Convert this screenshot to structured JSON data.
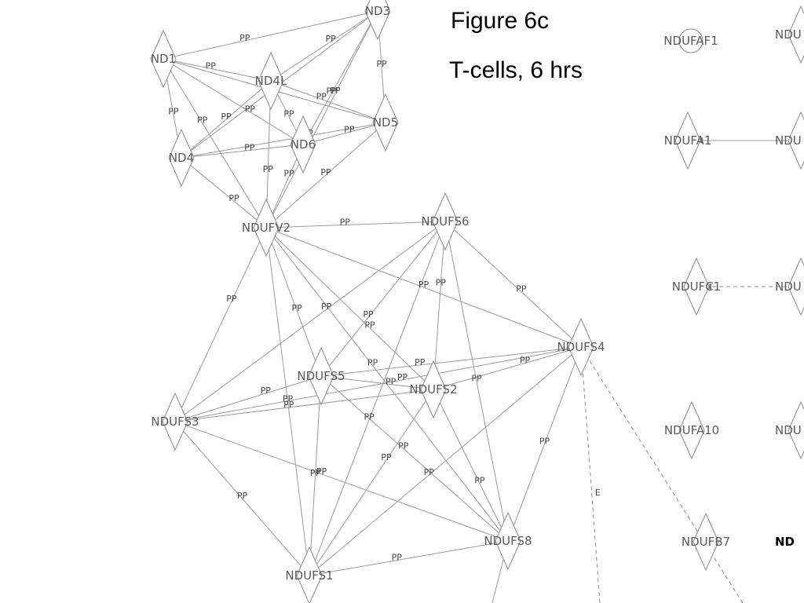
{
  "title": "Figure 6c",
  "subtitle": "T-cells, 6 hrs",
  "nodes": [
    {
      "id": "ND1",
      "label": "ND1",
      "shape": "diamond"
    },
    {
      "id": "ND3",
      "label": "ND3",
      "shape": "diamond"
    },
    {
      "id": "ND4L",
      "label": "ND4L",
      "shape": "diamond"
    },
    {
      "id": "ND5",
      "label": "ND5",
      "shape": "diamond"
    },
    {
      "id": "ND4",
      "label": "ND4",
      "shape": "diamond"
    },
    {
      "id": "ND6",
      "label": "ND6",
      "shape": "diamond"
    },
    {
      "id": "NDUFV2",
      "label": "NDUFV2",
      "shape": "diamond"
    },
    {
      "id": "NDUFS6",
      "label": "NDUFS6",
      "shape": "diamond"
    },
    {
      "id": "NDUFS4",
      "label": "NDUFS4",
      "shape": "diamond"
    },
    {
      "id": "NDUFS5",
      "label": "NDUFS5",
      "shape": "diamond"
    },
    {
      "id": "NDUFS2",
      "label": "NDUFS2",
      "shape": "diamond"
    },
    {
      "id": "NDUFS3",
      "label": "NDUFS3",
      "shape": "diamond"
    },
    {
      "id": "NDUFS8",
      "label": "NDUFS8",
      "shape": "diamond"
    },
    {
      "id": "NDUFS1",
      "label": "NDUFS1",
      "shape": "diamond"
    },
    {
      "id": "NDUFAF1",
      "label": "NDUFAF1",
      "shape": "circle"
    },
    {
      "id": "NDUFA1",
      "label": "NDUFA1",
      "shape": "diamond"
    },
    {
      "id": "NDUFC1",
      "label": "NDUFC1",
      "shape": "diamond"
    },
    {
      "id": "NDUFA10",
      "label": "NDUFA10",
      "shape": "diamond"
    },
    {
      "id": "NDUFB7",
      "label": "NDUFB7",
      "shape": "diamond"
    },
    {
      "id": "R1",
      "label": "NDU",
      "shape": "diamond"
    },
    {
      "id": "R2",
      "label": "NDU",
      "shape": "diamond"
    },
    {
      "id": "R3",
      "label": "NDU",
      "shape": "diamond"
    },
    {
      "id": "R4",
      "label": "NDU",
      "shape": "diamond"
    },
    {
      "id": "R5",
      "label": "ND",
      "shape": "none",
      "bold": true
    }
  ],
  "edges": [
    {
      "from": "ND1",
      "to": "ND3",
      "label": "PP"
    },
    {
      "from": "ND1",
      "to": "ND4L",
      "label": "PP"
    },
    {
      "from": "ND1",
      "to": "ND5",
      "label": "PP"
    },
    {
      "from": "ND1",
      "to": "ND4",
      "label": "PP"
    },
    {
      "from": "ND1",
      "to": "ND6",
      "label": "PP"
    },
    {
      "from": "ND1",
      "to": "NDUFV2",
      "label": "PP"
    },
    {
      "from": "ND3",
      "to": "ND4L",
      "label": "PP"
    },
    {
      "from": "ND3",
      "to": "ND5",
      "label": "PP"
    },
    {
      "from": "ND3",
      "to": "ND4",
      "label": "PP"
    },
    {
      "from": "ND3",
      "to": "ND6",
      "label": "PP"
    },
    {
      "from": "ND3",
      "to": "NDUFV2",
      "label": "PP"
    },
    {
      "from": "ND4L",
      "to": "ND5",
      "label": "PP"
    },
    {
      "from": "ND4L",
      "to": "ND4",
      "label": "PP"
    },
    {
      "from": "ND4L",
      "to": "ND6",
      "label": "PP"
    },
    {
      "from": "ND4L",
      "to": "NDUFV2",
      "label": "PP"
    },
    {
      "from": "ND5",
      "to": "ND4",
      "label": "PP"
    },
    {
      "from": "ND5",
      "to": "ND6",
      "label": "PP"
    },
    {
      "from": "ND5",
      "to": "NDUFV2",
      "label": "PP"
    },
    {
      "from": "ND4",
      "to": "ND6",
      "label": "PP"
    },
    {
      "from": "ND4",
      "to": "NDUFV2",
      "label": "PP"
    },
    {
      "from": "ND6",
      "to": "NDUFV2",
      "label": "PP"
    },
    {
      "from": "NDUFV2",
      "to": "NDUFS6",
      "label": "PP"
    },
    {
      "from": "NDUFV2",
      "to": "NDUFS4",
      "label": "PP"
    },
    {
      "from": "NDUFV2",
      "to": "NDUFS5",
      "label": "PP"
    },
    {
      "from": "NDUFV2",
      "to": "NDUFS2",
      "label": "PP"
    },
    {
      "from": "NDUFV2",
      "to": "NDUFS3",
      "label": "PP"
    },
    {
      "from": "NDUFV2",
      "to": "NDUFS8",
      "label": "PP"
    },
    {
      "from": "NDUFV2",
      "to": "NDUFS1",
      "label": "PP"
    },
    {
      "from": "NDUFS6",
      "to": "NDUFS4",
      "label": "PP"
    },
    {
      "from": "NDUFS6",
      "to": "NDUFS5",
      "label": "PP"
    },
    {
      "from": "NDUFS6",
      "to": "NDUFS2",
      "label": "PP"
    },
    {
      "from": "NDUFS6",
      "to": "NDUFS3",
      "label": "PP"
    },
    {
      "from": "NDUFS6",
      "to": "NDUFS8",
      "label": "PP"
    },
    {
      "from": "NDUFS6",
      "to": "NDUFS1",
      "label": "PP"
    },
    {
      "from": "NDUFS4",
      "to": "NDUFS5",
      "label": "PP"
    },
    {
      "from": "NDUFS4",
      "to": "NDUFS2",
      "label": "PP"
    },
    {
      "from": "NDUFS4",
      "to": "NDUFS3",
      "label": "PP"
    },
    {
      "from": "NDUFS4",
      "to": "NDUFS8",
      "label": "PP"
    },
    {
      "from": "NDUFS4",
      "to": "NDUFS1",
      "label": "PP"
    },
    {
      "from": "NDUFS5",
      "to": "NDUFS2",
      "label": "PP"
    },
    {
      "from": "NDUFS5",
      "to": "NDUFS3",
      "label": "PP"
    },
    {
      "from": "NDUFS5",
      "to": "NDUFS8",
      "label": "PP"
    },
    {
      "from": "NDUFS5",
      "to": "NDUFS1",
      "label": "PP"
    },
    {
      "from": "NDUFS2",
      "to": "NDUFS3",
      "label": "PP"
    },
    {
      "from": "NDUFS2",
      "to": "NDUFS8",
      "label": "PP"
    },
    {
      "from": "NDUFS2",
      "to": "NDUFS1",
      "label": "PP"
    },
    {
      "from": "NDUFS3",
      "to": "NDUFS8",
      "label": "PP"
    },
    {
      "from": "NDUFS3",
      "to": "NDUFS1",
      "label": "PP"
    },
    {
      "from": "NDUFS8",
      "to": "NDUFS1",
      "label": "PP"
    }
  ],
  "extra_edges": [
    {
      "from": "R2",
      "to": "NDUFA1",
      "label": "",
      "style": "solid",
      "arrow": true
    },
    {
      "from": "R3",
      "to": "NDUFC1",
      "label": "",
      "style": "dashed",
      "arrow": true
    },
    {
      "from": "BOTTOM1",
      "to": "NDUFS4",
      "label": "E",
      "style": "dashed",
      "arrow": true
    },
    {
      "from": "BOTTOM2",
      "to": "NDUFS4",
      "label": "",
      "style": "dashed",
      "inhibit": true
    },
    {
      "from": "BOTTOM3",
      "to": "NDUFS8",
      "label": "",
      "style": "solid",
      "arrow": true
    }
  ]
}
